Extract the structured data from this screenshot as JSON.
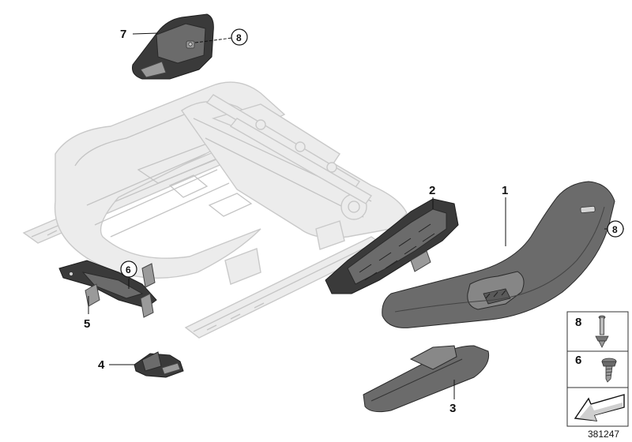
{
  "callouts": [
    {
      "id": "1",
      "label": "1"
    },
    {
      "id": "2",
      "label": "2"
    },
    {
      "id": "3",
      "label": "3"
    },
    {
      "id": "4",
      "label": "4"
    },
    {
      "id": "5",
      "label": "5"
    },
    {
      "id": "7",
      "label": "7"
    }
  ],
  "circled_callouts": {
    "top_bracket": "8",
    "side_cover": "8",
    "bracket_5": "6"
  },
  "legend": {
    "item_a": "8",
    "item_b": "6"
  },
  "reference_number": "381247"
}
